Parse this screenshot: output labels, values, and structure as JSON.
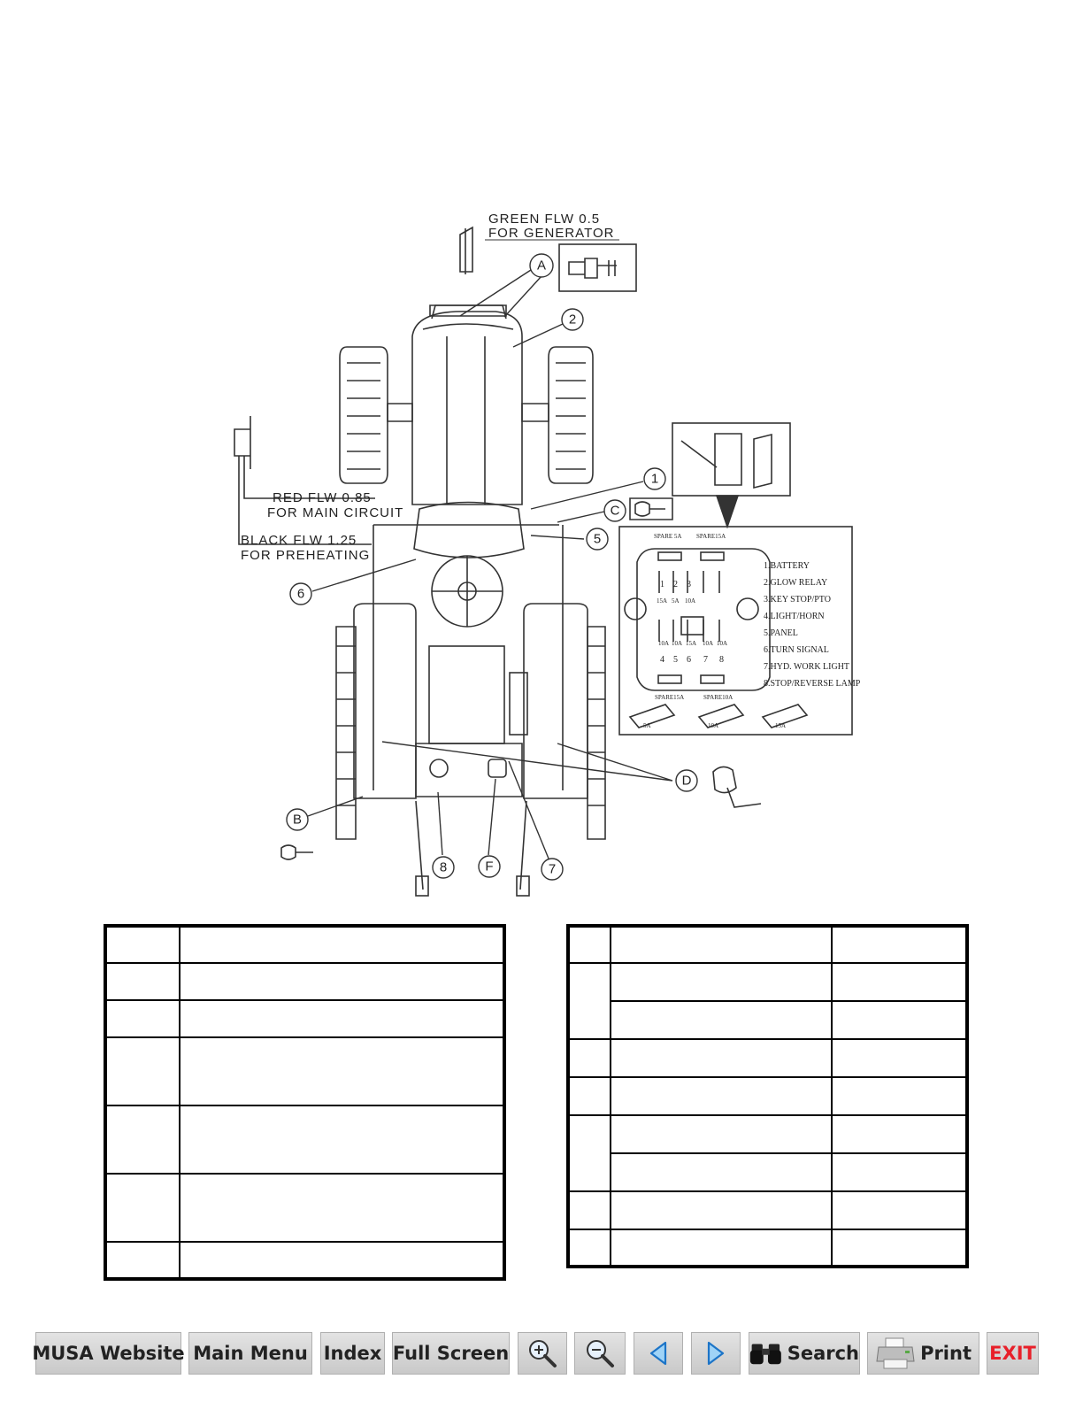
{
  "diagram": {
    "labels": {
      "green_wire_1": "GREEN FLW 0.5",
      "green_wire_2": "FOR GENERATOR",
      "red_wire_1": "RED FLW 0.85",
      "red_wire_2": "FOR MAIN CIRCUIT",
      "black_wire_1": "BLACK FLW 1.25",
      "black_wire_2": "FOR PREHEATING"
    },
    "callouts": {
      "a": "A",
      "b": "B",
      "c": "C",
      "d": "D",
      "f": "F",
      "n1": "1",
      "n2": "2",
      "n5": "5",
      "n6": "6",
      "n7": "7",
      "n8": "8"
    },
    "fuse_box": {
      "spare_top_left": "SPARE 5A",
      "spare_top_right": "SPARE15A",
      "spare_bottom_left": "SPARE15A",
      "spare_bottom_right": "SPARE10A",
      "fuse_numbers": [
        "1",
        "2",
        "3",
        "4",
        "5",
        "6",
        "7",
        "8"
      ],
      "top_ratings": [
        "15A",
        "5A",
        "10A"
      ],
      "bottom_ratings": [
        "10A",
        "10A",
        "15A",
        "10A",
        "10A"
      ],
      "legend": [
        "1.BATTERY",
        "2.GLOW RELAY",
        "3.KEY STOP/PTO",
        "4.LIGHT/HORN",
        "5.PANEL",
        "6.TURN SIGNAL",
        "7.HYD. WORK LIGHT",
        "8.STOP/REVERSE LAMP"
      ],
      "fuse_types": [
        "5A",
        "10A",
        "15A"
      ]
    }
  },
  "toolbar": {
    "website": "MUSA Website",
    "main_menu": "Main Menu",
    "index": "Index",
    "full_screen": "Full Screen",
    "search": "Search",
    "print": "Print",
    "exit": "EXIT",
    "exit_color": "#e8202a"
  }
}
